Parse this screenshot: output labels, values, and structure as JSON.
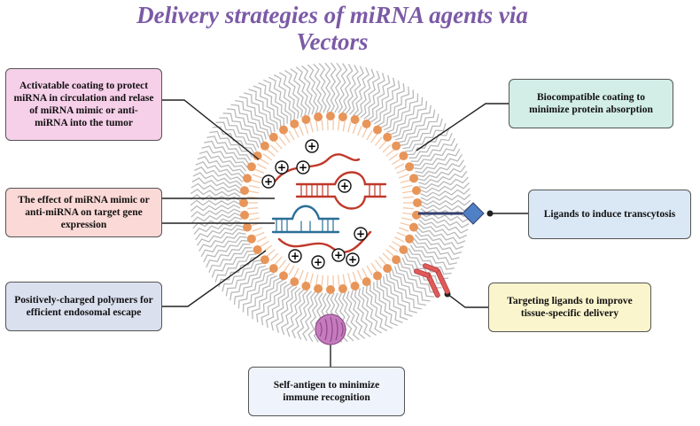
{
  "title": "Delivery strategies of miRNA agents via Vectors",
  "title_lines": [
    "Delivery strategies of miRNA agents via",
    "Vectors"
  ],
  "labels": {
    "coating": "Activatable coating to protect miRNA in circulation and relase of miRNA mimic or anti-miRNA into the tumor",
    "effect": "The effect of miRNA mimic or anti-miRNA on target gene expression",
    "polymers": "Positively-charged polymers for efficient endosomal escape",
    "biocompatible": "Biocompatible coating to minimize protein absorption",
    "ligands": "Ligands to induce transcytosis",
    "targeting": "Targeting ligands to improve tissue-specific delivery",
    "self_antigen": "Self-antigen to minimize immune recognition"
  },
  "charge_symbol": "+",
  "colors": {
    "title": "#7b5aa6",
    "lipid_head": "#e8955a",
    "lipid_tail": "#f4c8a8",
    "outer_coat": "#b9b9b9",
    "mirna_red": "#c0392b",
    "mirna_blue": "#2a6f97",
    "ligand_diamond": "#4f7fc4",
    "targeting_ligand": "#e05a5a",
    "self_antigen": "#c77bbf"
  }
}
